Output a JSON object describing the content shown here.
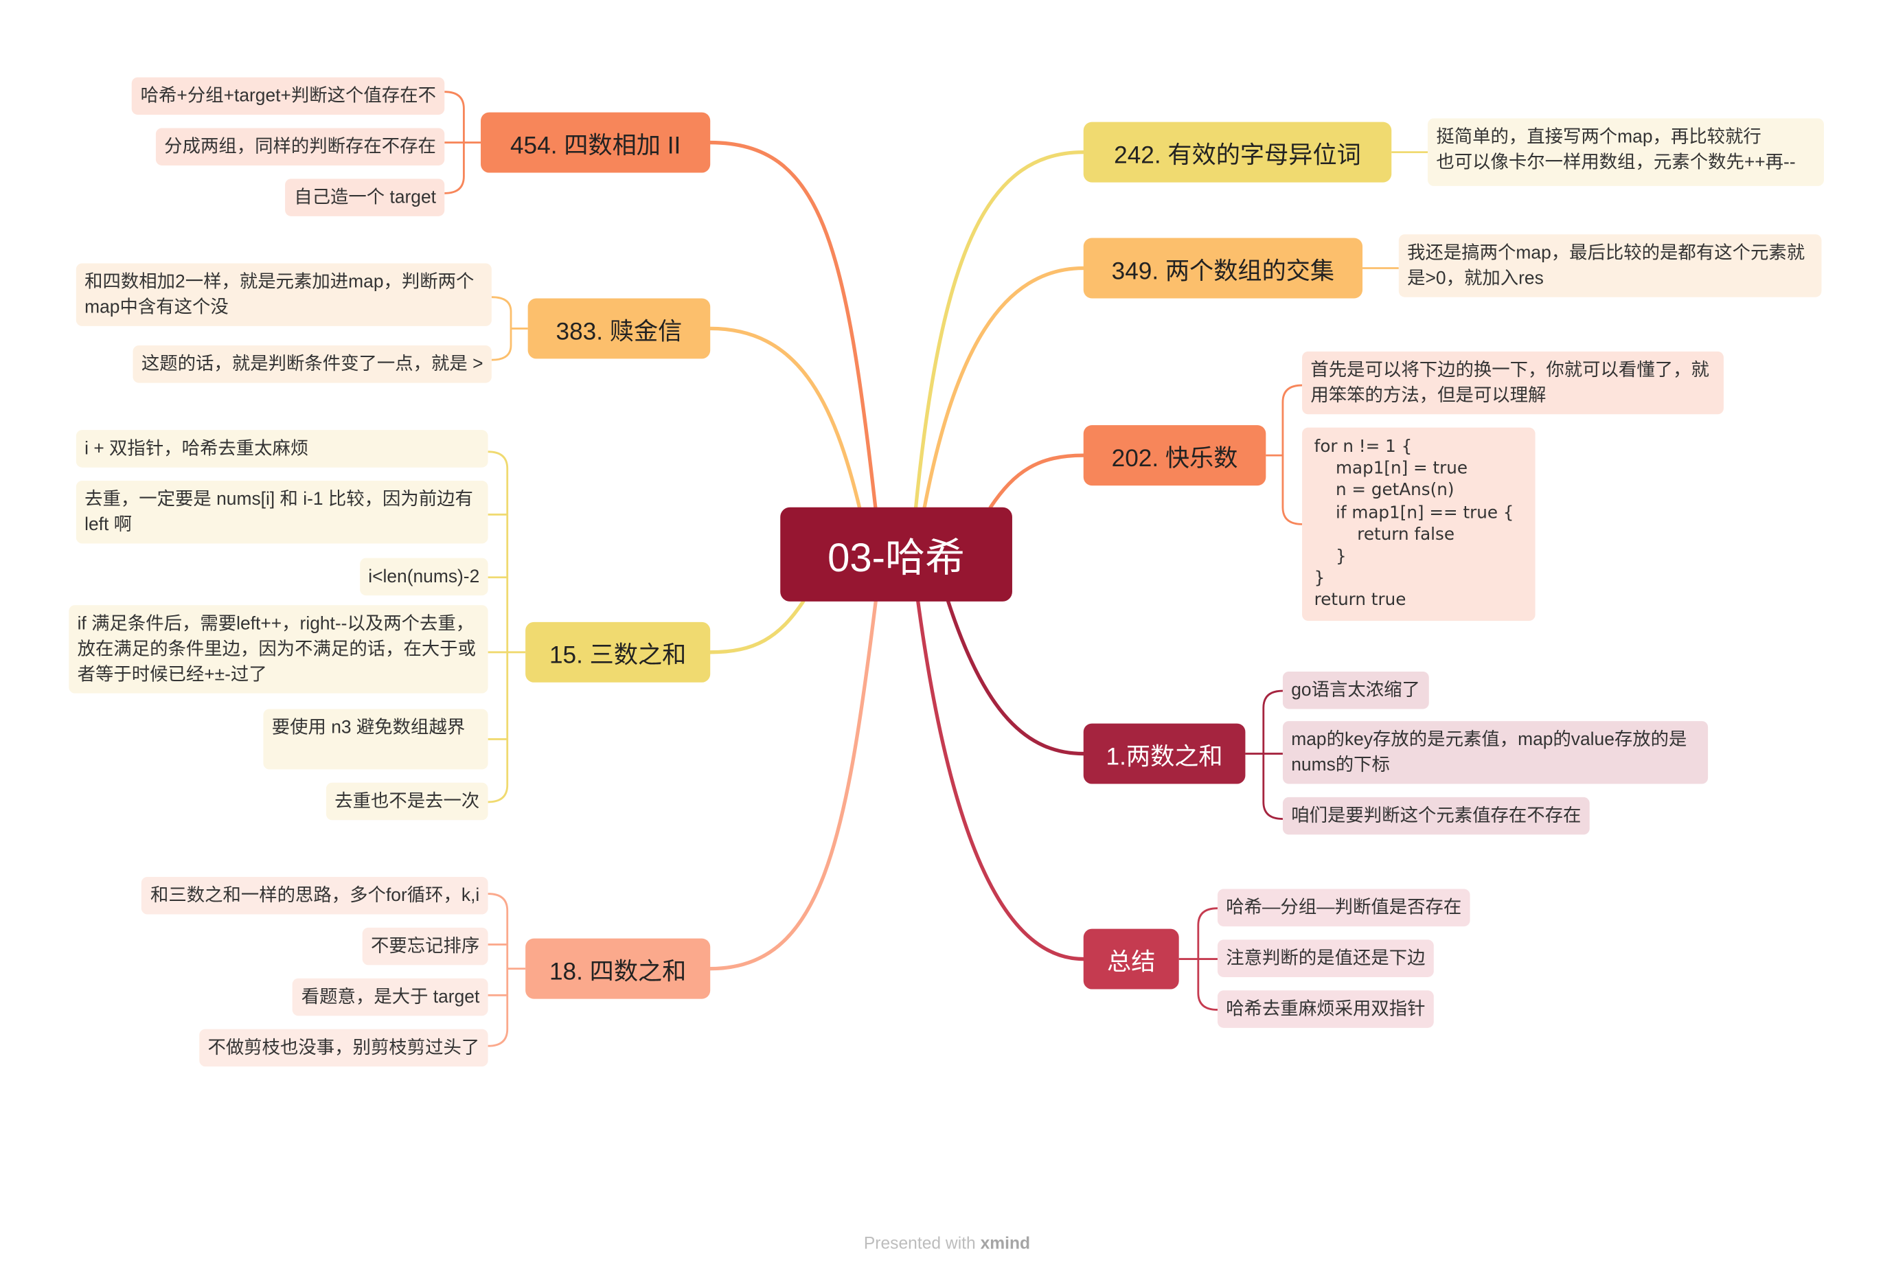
{
  "center": "03-哈希",
  "colors": {
    "center": "#961631",
    "orange_deep": "#f7865a",
    "orange_deep_leaf": "#fde4dc",
    "orange_light": "#fcbf6c",
    "orange_light_leaf": "#fdf0e2",
    "yellow": "#f0da70",
    "yellow_leaf": "#fcf6e4",
    "salmon": "#fba98c",
    "salmon_leaf": "#fdebe5",
    "crimson": "#a5243f",
    "crimson_leaf": "#f1dadf",
    "red": "#c53b50",
    "red_leaf": "#f7e0e4"
  },
  "left": {
    "b454": {
      "title": "454. 四数相加 II",
      "notes": [
        "哈希+分组+target+判断这个值存在不",
        "分成两组，同样的判断存在不存在",
        "自己造一个 target"
      ]
    },
    "b383": {
      "title": "383. 赎金信",
      "notes": [
        "和四数相加2一样，就是元素加进map，判断两个map中含有这个没",
        "这题的话，就是判断条件变了一点，就是 >"
      ]
    },
    "b15": {
      "title": "15. 三数之和",
      "notes": [
        "i + 双指针，哈希去重太麻烦",
        "去重，一定要是 nums[i] 和 i-1 比较，因为前边有 left 啊",
        "i<len(nums)-2",
        "if 满足条件后，需要left++，right--以及两个去重，放在满足的条件里边，因为不满足的话，在大于或者等于时候已经+±-过了",
        "要使用 n3 避免数组越界",
        "去重也不是去一次"
      ]
    },
    "b18": {
      "title": "18. 四数之和",
      "notes": [
        "和三数之和一样的思路，多个for循环，k,i",
        "不要忘记排序",
        "看题意，是大于 target",
        "不做剪枝也没事，别剪枝剪过头了"
      ]
    }
  },
  "right": {
    "b242": {
      "title": "242. 有效的字母异位词",
      "notes": [
        "挺简单的，直接写两个map，再比较就行\n也可以像卡尔一样用数组，元素个数先++再--"
      ]
    },
    "b349": {
      "title": "349. 两个数组的交集",
      "notes": [
        "我还是搞两个map，最后比较的是都有这个元素就是>0，就加入res"
      ]
    },
    "b202": {
      "title": "202. 快乐数",
      "notes": [
        "首先是可以将下边的换一下，你就可以看懂了，就用笨笨的方法，但是可以理解"
      ],
      "code": "for n != 1 {\n    map1[n] = true\n    n = getAns(n)\n    if map1[n] == true {\n        return false\n    }\n}\nreturn true"
    },
    "b1": {
      "title": "1.两数之和",
      "notes": [
        "go语言太浓缩了",
        "map的key存放的是元素值，map的value存放的是nums的下标",
        "咱们是要判断这个元素值存在不存在"
      ]
    },
    "bsum": {
      "title": "总结",
      "notes": [
        "哈希—分组—判断值是否存在",
        "注意判断的是值还是下边",
        "哈希去重麻烦采用双指针"
      ]
    }
  },
  "footer": {
    "prefix": "Presented with",
    "brand": "xmind"
  }
}
